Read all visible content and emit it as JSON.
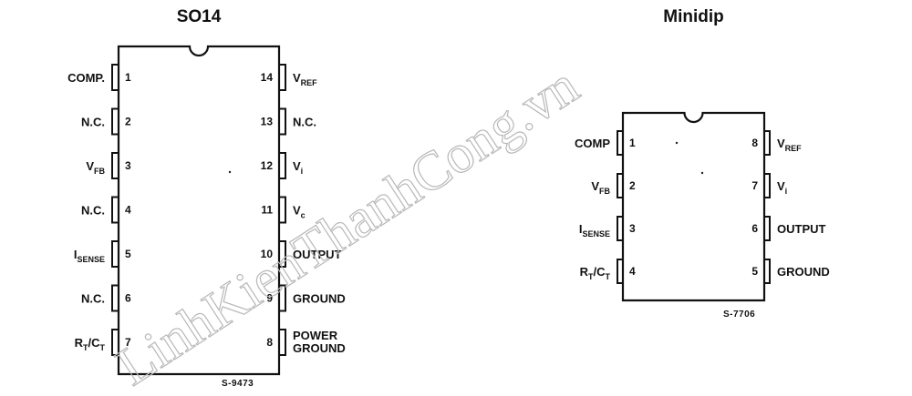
{
  "so14": {
    "title": "SO14",
    "code": "S-9473",
    "left_pins": [
      {
        "num": "1",
        "main": "COMP.",
        "sub": ""
      },
      {
        "num": "2",
        "main": "N.C.",
        "sub": ""
      },
      {
        "num": "3",
        "main": "V",
        "sub": "FB"
      },
      {
        "num": "4",
        "main": "N.C.",
        "sub": ""
      },
      {
        "num": "5",
        "main": "I",
        "sub": "SENSE"
      },
      {
        "num": "6",
        "main": "N.C.",
        "sub": ""
      },
      {
        "num": "7",
        "main": "R",
        "sub": "T",
        "main2": "/C",
        "sub2": "T"
      }
    ],
    "right_pins": [
      {
        "num": "14",
        "main": "V",
        "sub": "REF"
      },
      {
        "num": "13",
        "main": "N.C.",
        "sub": ""
      },
      {
        "num": "12",
        "main": "V",
        "sub": "i"
      },
      {
        "num": "11",
        "main": "V",
        "sub": "c"
      },
      {
        "num": "10",
        "main": "OUTPUT",
        "sub": ""
      },
      {
        "num": "9",
        "main": "GROUND",
        "sub": ""
      },
      {
        "num": "8",
        "main": "POWER",
        "sub": "",
        "line2": "GROUND"
      }
    ]
  },
  "minidip": {
    "title": "Minidip",
    "code": "S-7706",
    "left_pins": [
      {
        "num": "1",
        "main": "COMP",
        "sub": ""
      },
      {
        "num": "2",
        "main": "V",
        "sub": "FB"
      },
      {
        "num": "3",
        "main": "I",
        "sub": "SENSE"
      },
      {
        "num": "4",
        "main": "R",
        "sub": "T",
        "main2": "/C",
        "sub2": "T"
      }
    ],
    "right_pins": [
      {
        "num": "8",
        "main": "V",
        "sub": "REF"
      },
      {
        "num": "7",
        "main": "V",
        "sub": "i"
      },
      {
        "num": "6",
        "main": "OUTPUT",
        "sub": ""
      },
      {
        "num": "5",
        "main": "GROUND",
        "sub": ""
      }
    ]
  },
  "watermark": "LinhKienThanhCong.vn"
}
